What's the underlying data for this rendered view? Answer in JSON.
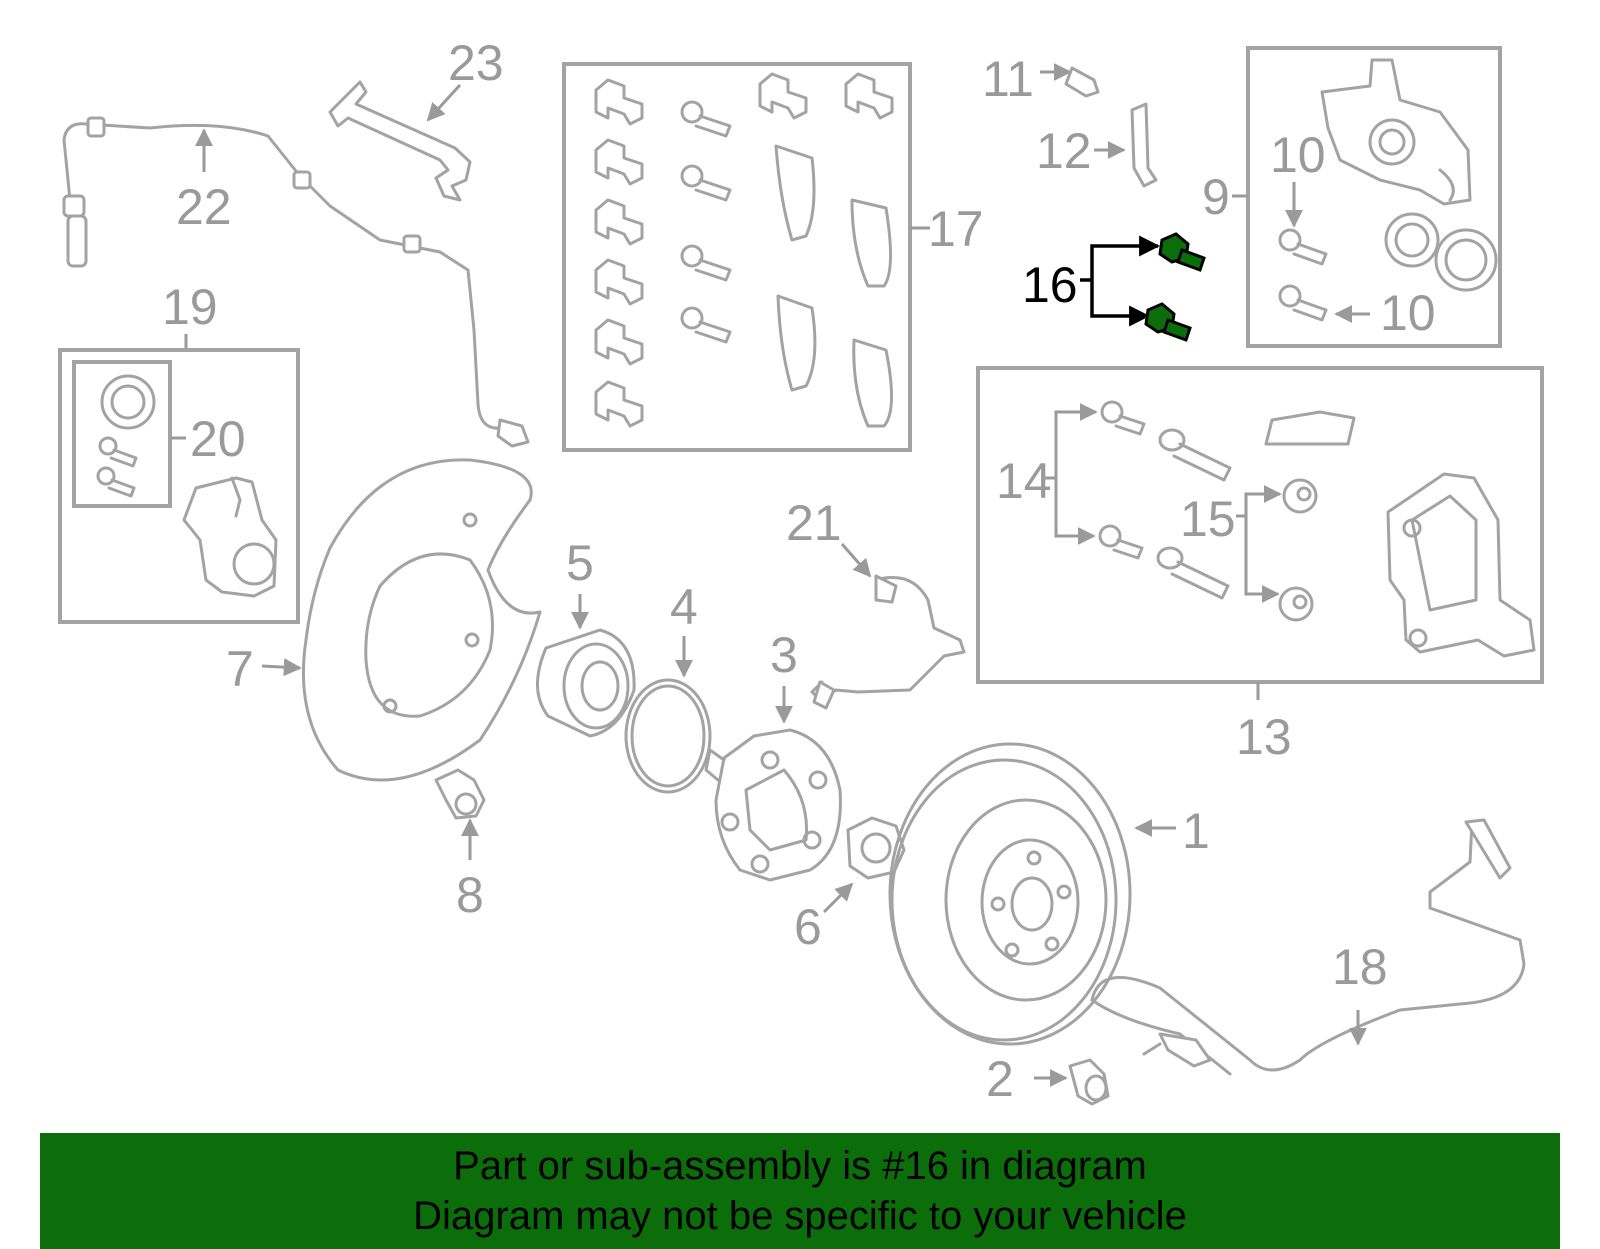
{
  "labels": {
    "l1": "1",
    "l2": "2",
    "l3": "3",
    "l4": "4",
    "l5": "5",
    "l6": "6",
    "l7": "7",
    "l8": "8",
    "l9": "9",
    "l10a": "10",
    "l10b": "10",
    "l11": "11",
    "l12": "12",
    "l13": "13",
    "l14": "14",
    "l15": "15",
    "l16": "16",
    "l17": "17",
    "l18": "18",
    "l19": "19",
    "l20": "20",
    "l21": "21",
    "l22": "22",
    "l23": "23"
  },
  "highlight": {
    "part": "16",
    "color": "#0b6e0b"
  },
  "banner": {
    "line1": "Part or sub-assembly is #16 in diagram",
    "line2": "Diagram may not be specific to your vehicle"
  }
}
